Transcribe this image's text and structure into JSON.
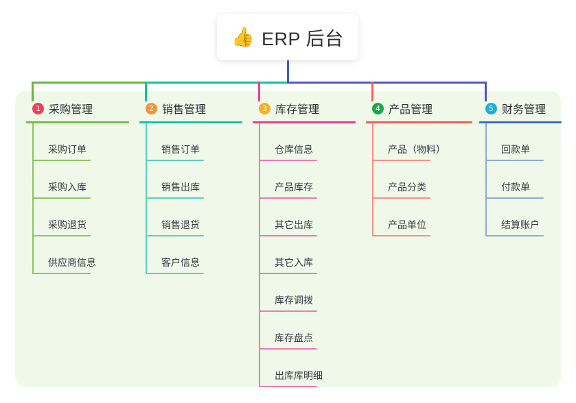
{
  "root": {
    "icon": "thumbs-up-icon",
    "emoji": "👍",
    "title": "ERP 后台"
  },
  "panel": {
    "background_color": "#eff8e9"
  },
  "connector": {
    "stem_color": "#4257bf",
    "bar_segment_colors": [
      "#6cb33f",
      "#12bfa0",
      "#4b58c4"
    ],
    "drop_colors": [
      "#6cb33f",
      "#12bfa0",
      "#ec3f8f",
      "#f4605a",
      "#4b58c4"
    ]
  },
  "columns": [
    {
      "number": "1",
      "title": "采购管理",
      "badge_color": "#ef3e5c",
      "rule_color": "#76bb42",
      "line_color": "#8cc662",
      "leaves": [
        "采购订单",
        "采购入库",
        "采购退货",
        "供应商信息"
      ]
    },
    {
      "number": "2",
      "title": "销售管理",
      "badge_color": "#f79433",
      "rule_color": "#16c4a6",
      "line_color": "#5fcdbd",
      "leaves": [
        "销售订单",
        "销售出库",
        "销售退货",
        "客户信息"
      ]
    },
    {
      "number": "3",
      "title": "库存管理",
      "badge_color": "#f4b223",
      "rule_color": "#ec3f8f",
      "line_color": "#ec7bb0",
      "leaves": [
        "仓库信息",
        "产品库存",
        "其它出库",
        "其它入库",
        "库存调拨",
        "库存盘点",
        "出库库明细"
      ]
    },
    {
      "number": "4",
      "title": "产品管理",
      "badge_color": "#16a94b",
      "rule_color": "#f4605a",
      "line_color": "#f59089",
      "leaves": [
        "产品（物料）",
        "产品分类",
        "产品单位"
      ]
    },
    {
      "number": "5",
      "title": "财务管理",
      "badge_color": "#18aee0",
      "rule_color": "#3f6cc4",
      "line_color": "#8fa9dd",
      "leaves": [
        "回款单",
        "付款单",
        "结算账户"
      ]
    }
  ]
}
